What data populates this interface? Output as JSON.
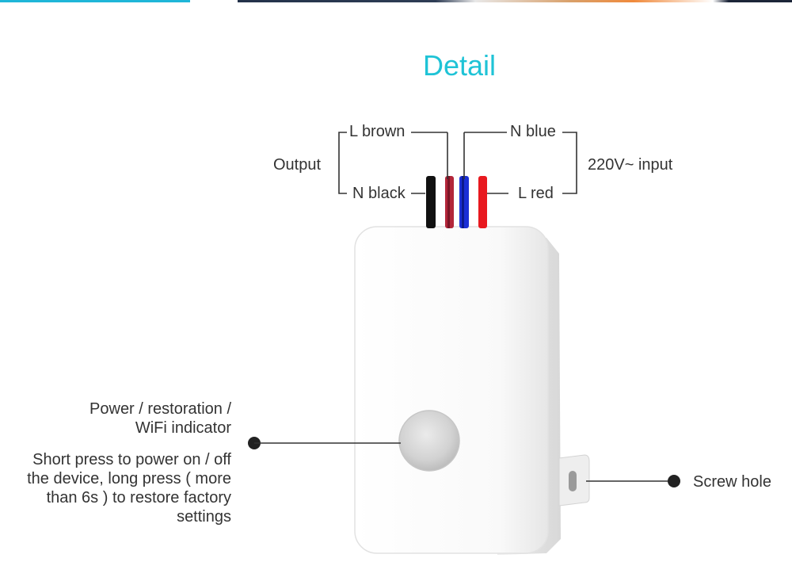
{
  "title": "Detail",
  "wires": {
    "output_label": "Output",
    "input_label": "220V~ input",
    "l_brown": "L brown",
    "n_black": "N black",
    "n_blue": "N blue",
    "l_red": "L red"
  },
  "callouts": {
    "power_title_line1": "Power / restoration /",
    "power_title_line2": "WiFi indicator",
    "power_desc_line1": "Short press to power on / off",
    "power_desc_line2": "the device, long press ( more",
    "power_desc_line3": "than 6s ) to restore factory",
    "power_desc_line4": "settings",
    "screw_hole": "Screw hole"
  },
  "colors": {
    "title": "#1fc3d6",
    "wire_black": "#111111",
    "wire_brown": "#b3263a",
    "wire_blue": "#1a2fd6",
    "wire_red": "#e8191f",
    "device_body": "#f7f7f7"
  }
}
